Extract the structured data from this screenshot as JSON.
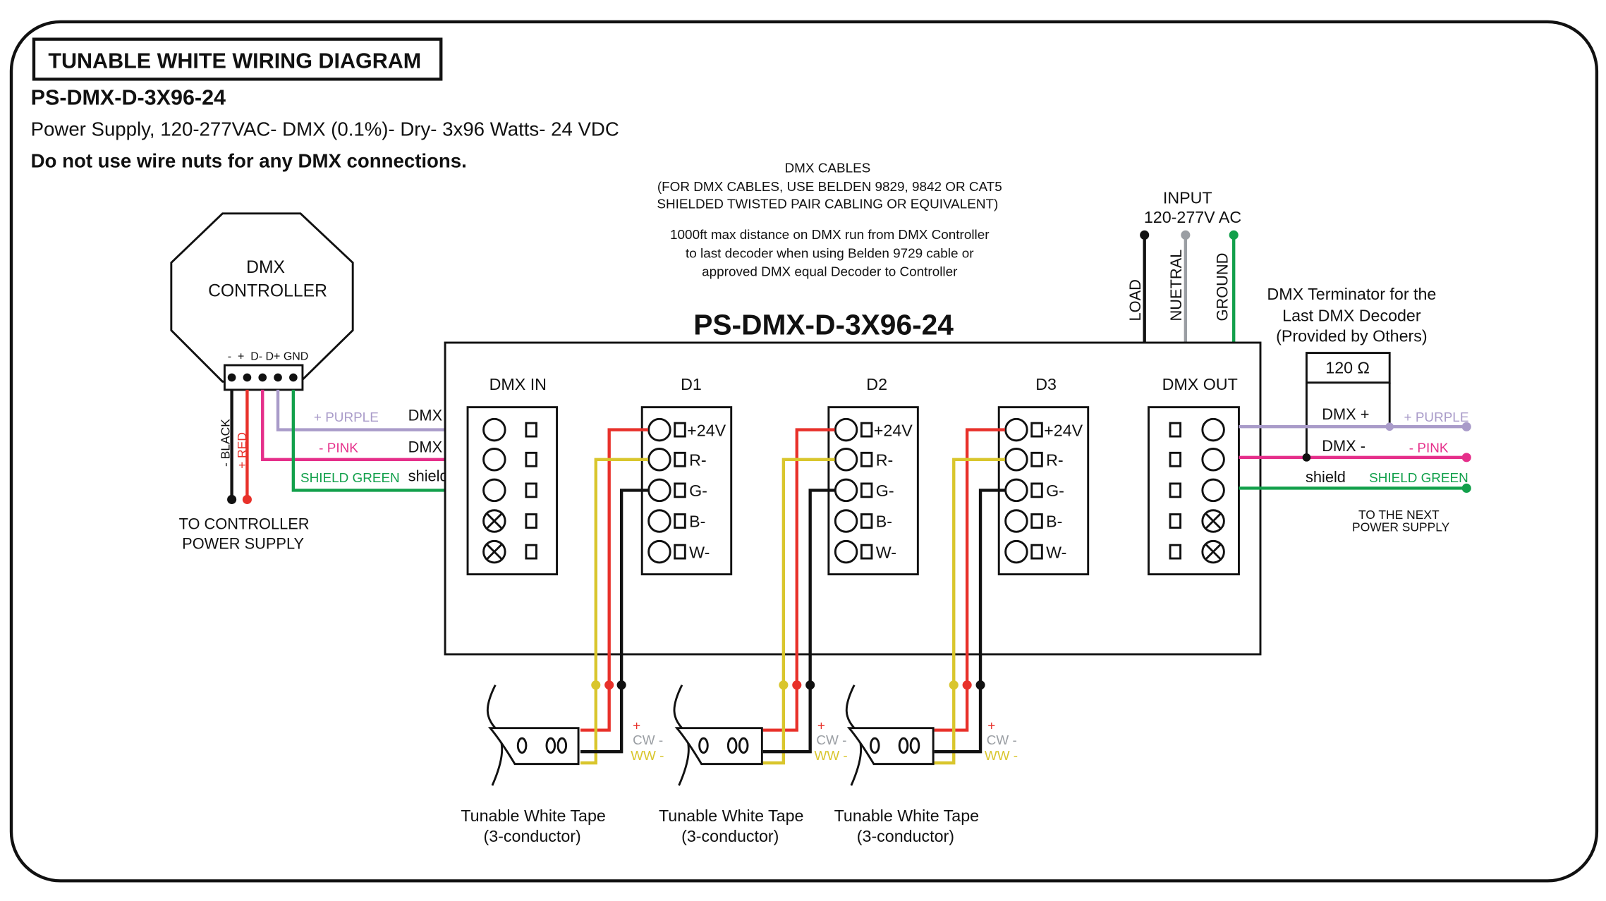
{
  "header": {
    "title": "TUNABLE WHITE WIRING DIAGRAM",
    "model": "PS-DMX-D-3X96-24",
    "description": "Power Supply, 120-277VAC- DMX (0.1%)- Dry- 3x96 Watts- 24 VDC",
    "warning": "Do not use wire nuts for any DMX connections."
  },
  "dmx_cables_note": {
    "line1": "DMX CABLES",
    "line2": "(FOR DMX CABLES, USE BELDEN 9829, 9842 OR CAT5",
    "line3": "SHIELDED TWISTED PAIR CABLING OR EQUIVALENT)",
    "line4": "1000ft max distance on DMX run from DMX Controller",
    "line5": "to last decoder when using Belden 9729 cable or",
    "line6": "approved DMX equal Decoder to Controller"
  },
  "controller": {
    "line1": "DMX",
    "line2": "CONTROLLER",
    "pin_labels": "-  +  D- D+ GND",
    "black_label": "- BLACK",
    "red_label": "+ RED",
    "supply_line1": "TO CONTROLLER",
    "supply_line2": "POWER SUPPLY"
  },
  "input": {
    "line1": "INPUT",
    "line2": "120-277V AC",
    "load": "LOAD",
    "neutral": "NUETRAL",
    "ground": "GROUND"
  },
  "terminator": {
    "line1": "DMX Terminator for the",
    "line2": "Last DMX Decoder",
    "line3": "(Provided by Others)",
    "resistor": "120 Ω"
  },
  "power_supply": {
    "model": "PS-DMX-D-3X96-24",
    "dmx_in": "DMX IN",
    "d1": "D1",
    "d2": "D2",
    "d3": "D3",
    "dmx_out": "DMX OUT",
    "pin_24v": "+24V",
    "pin_r": "R-",
    "pin_g": "G-",
    "pin_b": "B-",
    "pin_w": "W-"
  },
  "dmx_wires": {
    "purple": "+ PURPLE",
    "pink": "- PINK",
    "shield_green": "SHIELD GREEN",
    "dmx_plus": "DMX +",
    "dmx_minus": "DMX -",
    "shield": "shield"
  },
  "next_supply": {
    "line1": "TO THE NEXT",
    "line2": "POWER SUPPLY"
  },
  "tape": {
    "plus": "+",
    "cw": "CW -",
    "ww": "WW -",
    "line1": "Tunable White Tape",
    "line2": "(3-conductor)"
  },
  "colors": {
    "purple": "#a99bc9",
    "pink": "#e52f8a",
    "green": "#12a04b",
    "red": "#e8312a",
    "yellow": "#d9c62d",
    "black": "#111111",
    "gray": "#9a9ea3"
  }
}
